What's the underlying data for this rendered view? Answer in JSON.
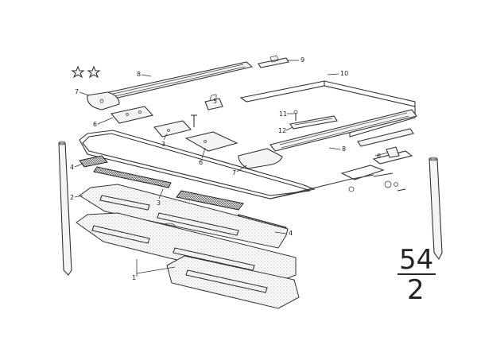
{
  "callouts": {
    "c1": "1",
    "c2": "2",
    "c3a": "3",
    "c3b": "3",
    "c4a": "4",
    "c4b": "4",
    "c5": "5",
    "c6a": "6",
    "c6b": "6",
    "c6c": "6",
    "c7a": "7",
    "c7b": "7",
    "c8a": "8",
    "c8b": "8",
    "c9": "9",
    "c10": "10",
    "c11": "11",
    "c12": "12"
  },
  "page_ref": {
    "top": "54",
    "bottom": "2"
  }
}
